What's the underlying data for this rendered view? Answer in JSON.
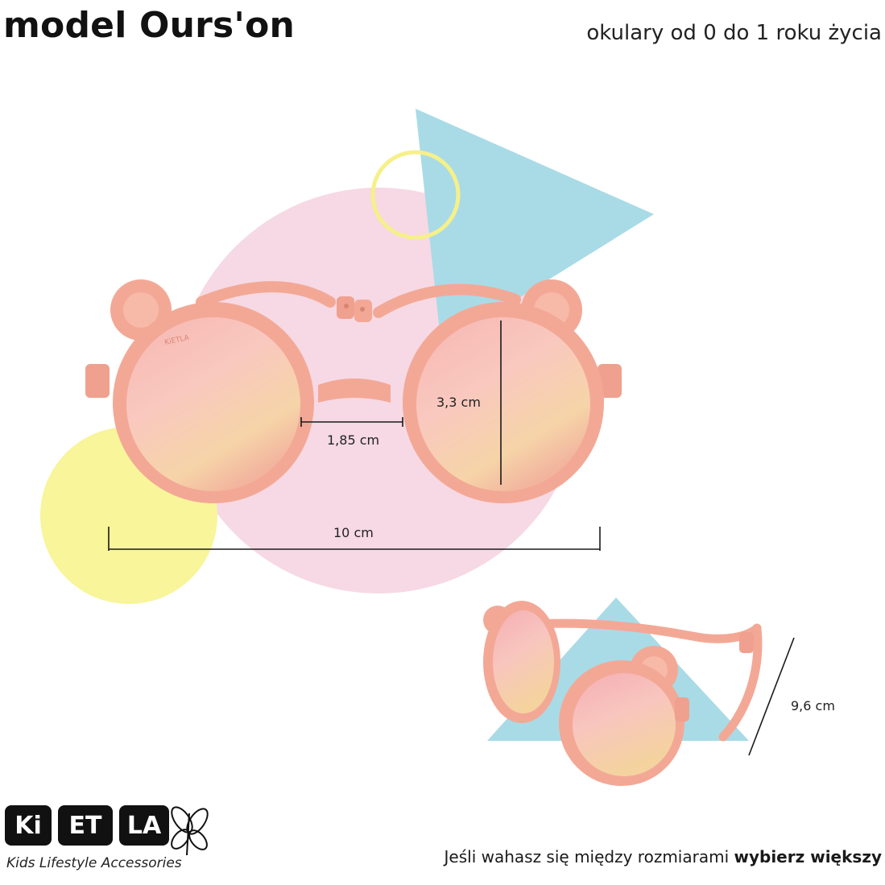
{
  "header": {
    "title": "model Ours'on",
    "subtitle": "okulary od 0 do 1 roku życia"
  },
  "dimensions": {
    "bridge": "1,85 cm",
    "lens_height": "3,3 cm",
    "total_width": "10 cm",
    "temple_length": "9,6 cm"
  },
  "frame_brand_mark": "KiETLA",
  "footer": {
    "note_prefix": "Jeśli wahasz się między rozmiarami",
    "note_bold": "wybierz większy"
  },
  "logo": {
    "box1": "Ki",
    "box2": "ET",
    "box3": "LA",
    "tagline": "Kids Lifestyle Accessories"
  },
  "colors": {
    "frame": "#f3a896",
    "frame_dark": "#e8927f",
    "pink_circle": "#f6d9e4",
    "yellow_circle": "#f8f59a",
    "blue_triangle": "#a9dbe6",
    "yellow_ring": "#f6f08a"
  }
}
